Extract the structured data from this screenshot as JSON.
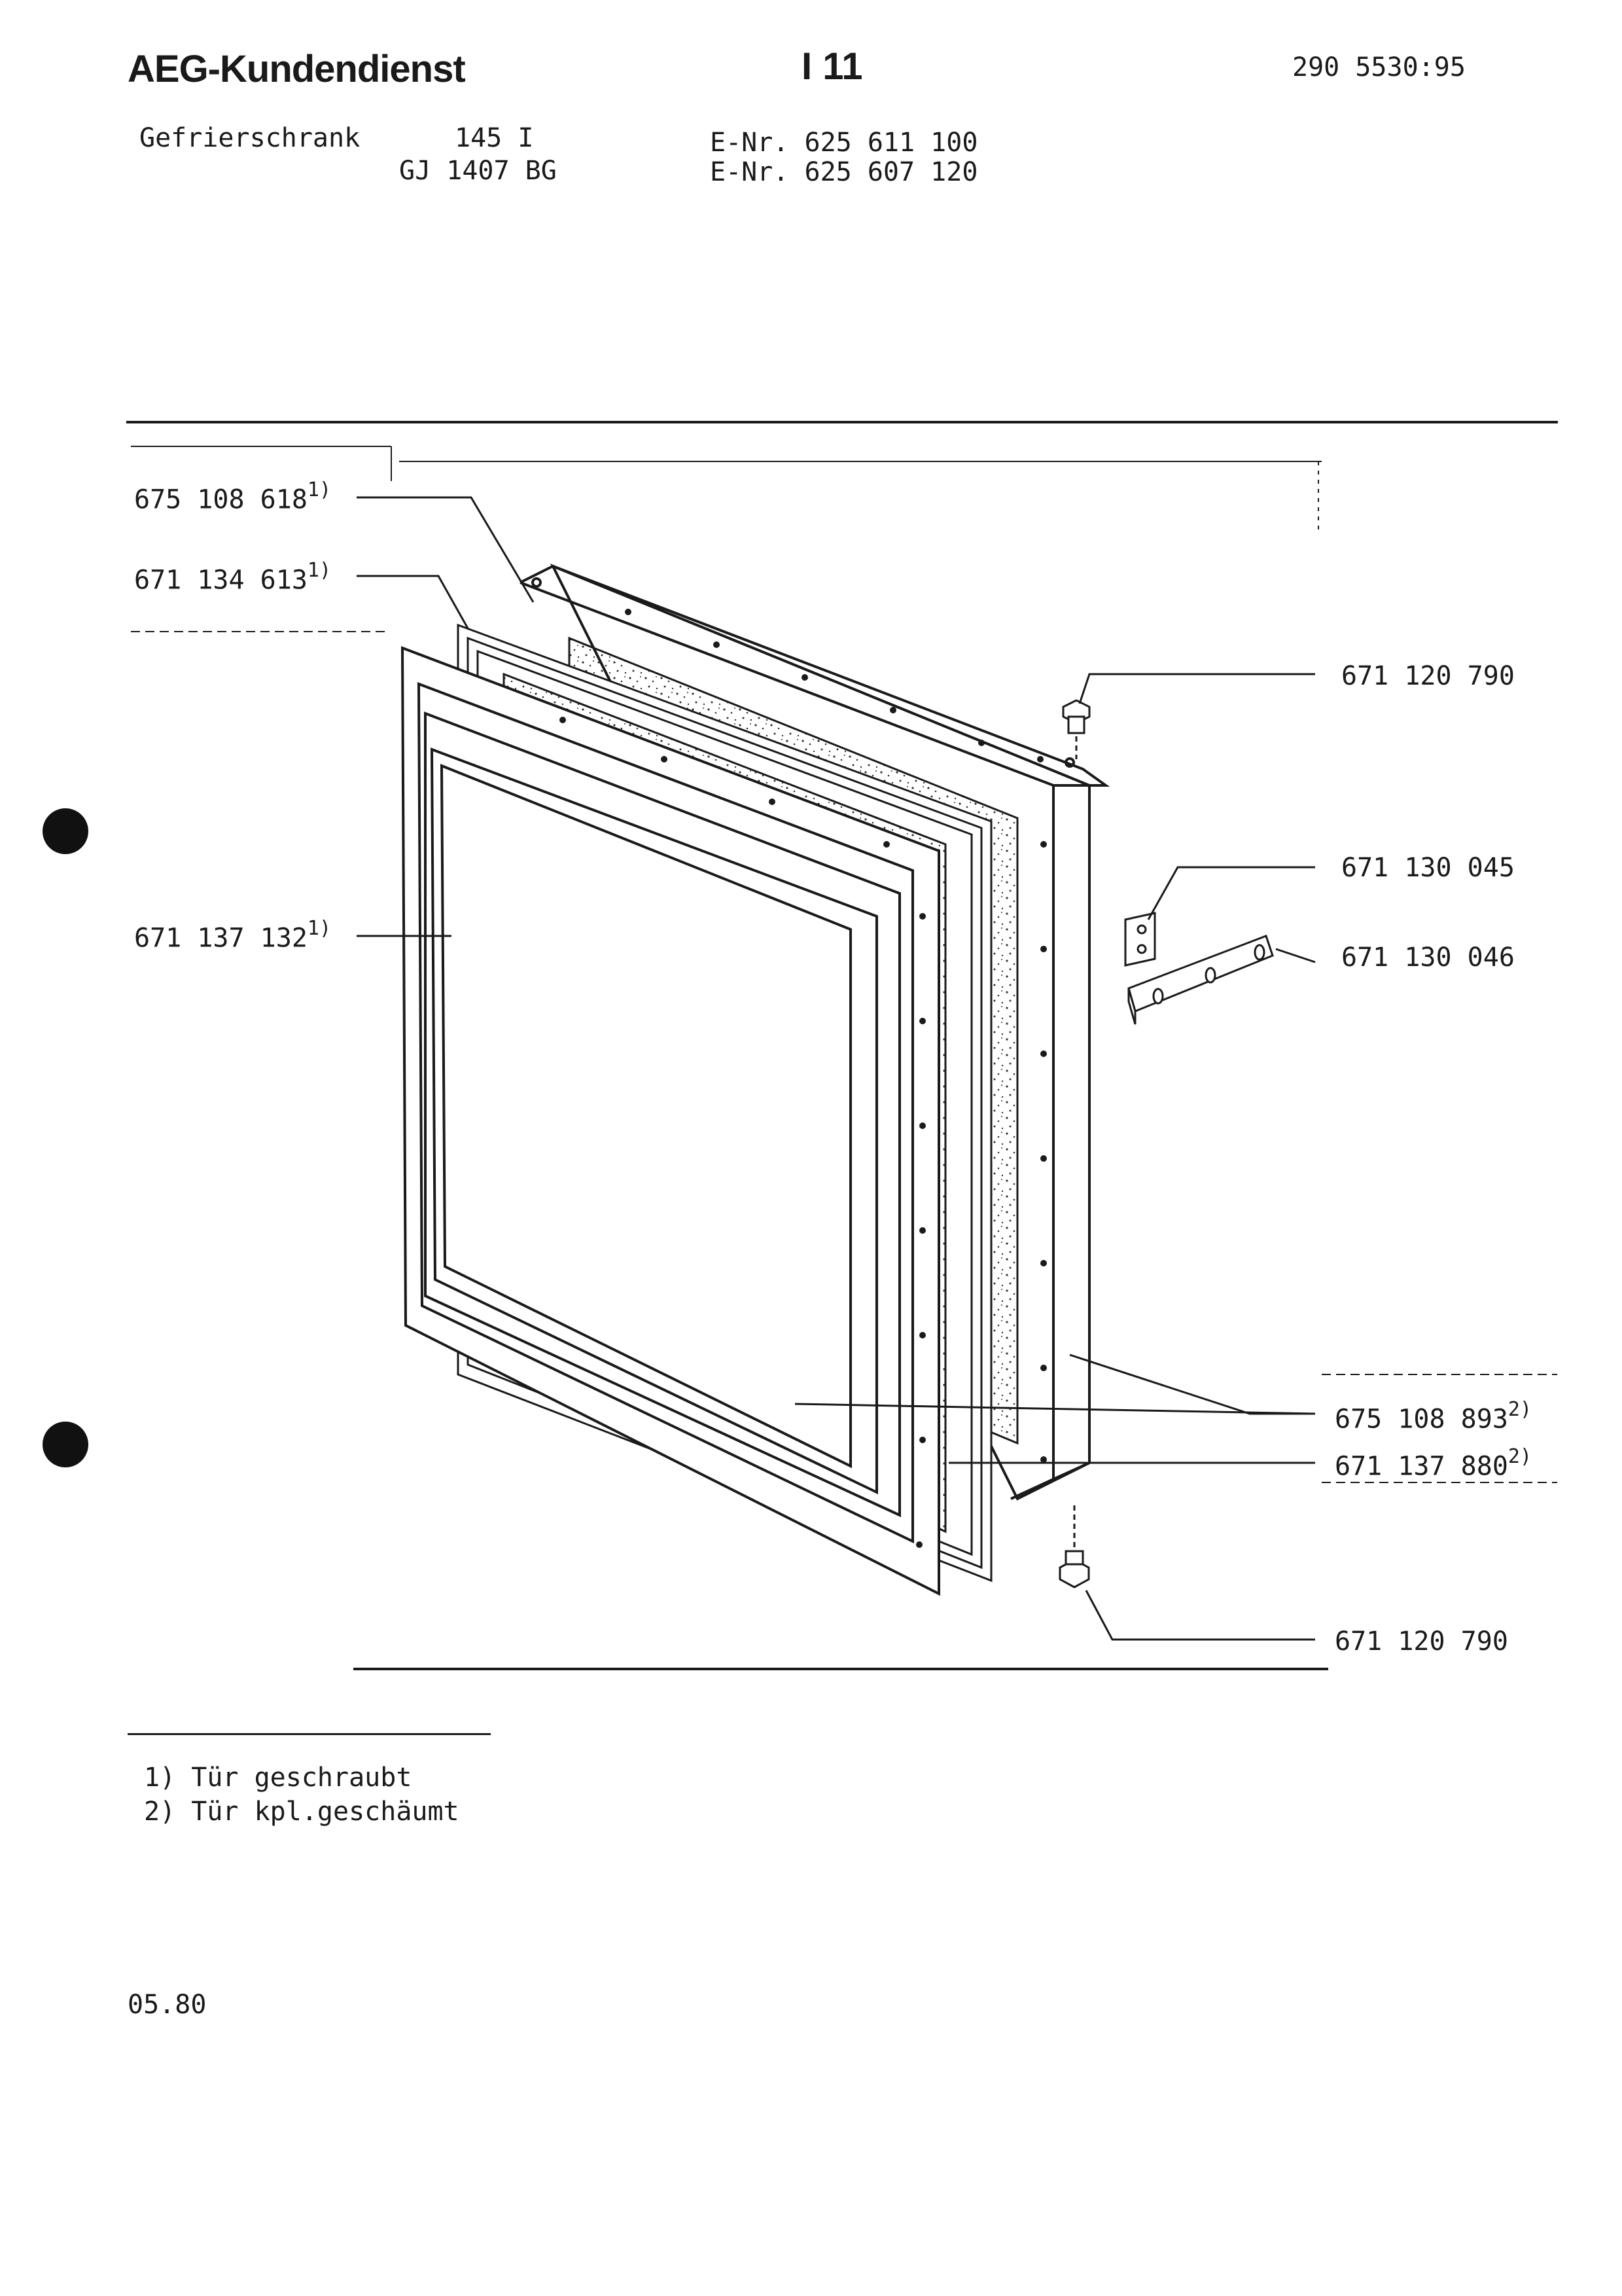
{
  "header": {
    "brand": "AEG-Kundendienst",
    "page_no": "I 11",
    "doc_no": "290 5530:95"
  },
  "product": {
    "type": "Gefrierschrank",
    "model1": "145 I",
    "model2": "GJ 1407 BG",
    "enr1": "E-Nr. 625 611 100",
    "enr2": "E-Nr. 625 607 120"
  },
  "parts": [
    {
      "number": "675 108 618",
      "note": "1)"
    },
    {
      "number": "671 134 613",
      "note": "1)"
    },
    {
      "number": "671 137 132",
      "note": "1)"
    },
    {
      "number": "671 120 790",
      "note": ""
    },
    {
      "number": "671 130 045",
      "note": ""
    },
    {
      "number": "671 130 046",
      "note": ""
    },
    {
      "number": "675 108 893",
      "note": "2)"
    },
    {
      "number": "671 137 880",
      "note": "2)"
    },
    {
      "number": "671 120 790",
      "note": ""
    }
  ],
  "footnotes": [
    "1) Tür geschraubt",
    "2) Tür kpl.geschäumt"
  ],
  "date": "05.80"
}
